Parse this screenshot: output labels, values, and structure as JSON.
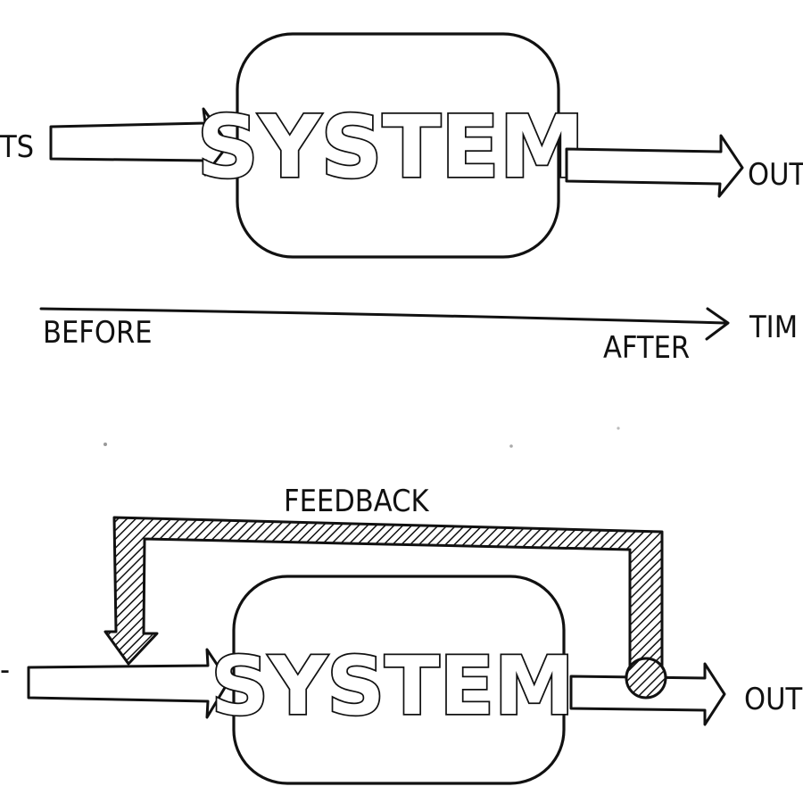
{
  "diagram": {
    "top": {
      "input_label": "TS",
      "system_label": "SYSTEM",
      "output_label": "OUT"
    },
    "timeline": {
      "before_label": "BEFORE",
      "after_label": "AFTER",
      "axis_label": "TIM"
    },
    "bottom": {
      "feedback_label": "FEEDBACK",
      "input_label": "-",
      "system_label": "SYSTEM",
      "output_label": "OUTI"
    }
  },
  "colors": {
    "ink": "#111111",
    "paper": "#ffffff"
  }
}
